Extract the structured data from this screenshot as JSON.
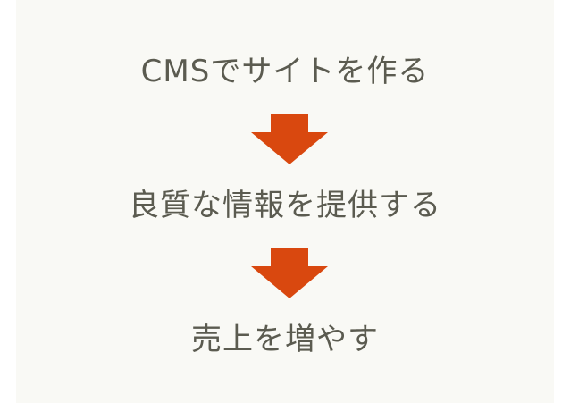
{
  "flow": {
    "steps": [
      {
        "label": "CMSでサイトを作る"
      },
      {
        "label": "良質な情報を提供する"
      },
      {
        "label": "売上を増やす"
      }
    ]
  },
  "colors": {
    "background": "#f9f9f5",
    "text": "#5b5b50",
    "arrow": "#d9480f"
  },
  "icons": {
    "arrow": "down-arrow-icon"
  }
}
